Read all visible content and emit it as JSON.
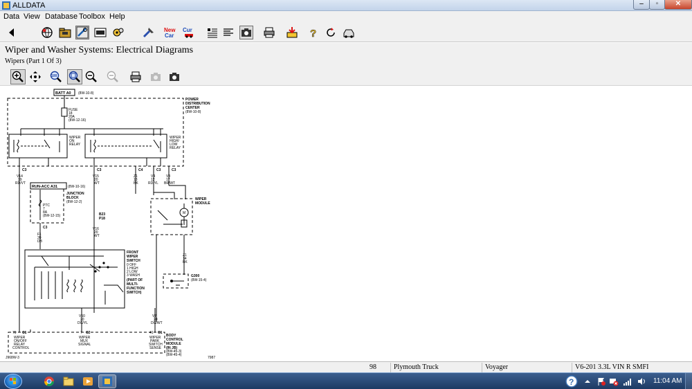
{
  "window": {
    "title": "ALLDATA"
  },
  "menu": {
    "items": [
      "Data",
      "View",
      "Database",
      "Toolbox",
      "Help"
    ]
  },
  "page": {
    "heading": "Wiper and Washer Systems:  Electrical Diagrams",
    "subheading": "Wipers (Part 1 Of 3)"
  },
  "diagram": {
    "labels": {
      "batt": "BATT A0",
      "batt_ref": "(8W-10-8)",
      "pdc_1": "POWER",
      "pdc_2": "DISTRIBUTION",
      "pdc_3": "CENTER",
      "pdc_ref": "(8W-10-8)",
      "fuse_1": "FUSE",
      "fuse_2": "18",
      "fuse_3": "20A",
      "fuse_ref": "(8W-12-16)",
      "wiper_on_1": "WIPER",
      "wiper_on_2": "ON",
      "wiper_on_3": "RELAY",
      "wiper_hl_1": "WIPER",
      "wiper_hl_2": "HIGH/",
      "wiper_hl_3": "LOW",
      "wiper_hl_4": "RELAY",
      "c3a": "C3",
      "c3b": "C3",
      "c4": "C4",
      "c3c": "C3",
      "c3d": "C3",
      "w_v14": "V14",
      "w_v14_g": "19",
      "w_v14_c": "RD/VT",
      "w_v15": "V15",
      "w_v15_g": "20",
      "w_v15_c": "WT",
      "w_z1": "Z1",
      "w_z1_g": "18",
      "w_z1_c": "BK",
      "w_v4": "V4",
      "w_v4_g": "12",
      "w_v4_c": "RD/YL",
      "w_v3": "V3",
      "w_v3_g": "17",
      "w_v3_c": "BR/WT",
      "runacc": "RUN-ACC A31",
      "runacc_ref": "(8W-10-16)",
      "jb_1": "JUNCTION",
      "jb_2": "BLOCK",
      "jb_ref": "(8W-12-2)",
      "ptc": "PTC",
      "ptc_2": "7",
      "ptc_3": "8A",
      "ptc_ref": "(8W-12-15)",
      "c3e": "C3",
      "w_f1": "F1",
      "w_f1_g": "20",
      "w_f1_c": "DB",
      "b23": "B23",
      "p18": "P18",
      "w_v16": "V16",
      "w_v16_g": "20",
      "w_v16_c": "WT",
      "wm_1": "WIPER",
      "wm_2": "MODULE",
      "motor": "M",
      "fws_1": "FRONT",
      "fws_2": "WIPER",
      "fws_3": "SWITCH",
      "fws_4": "0 OFF",
      "fws_5": "1 HIGH",
      "fws_6": "2 LOW",
      "fws_7": "3 WASH",
      "fws_8": "(PART OF",
      "fws_9": "MULTI-",
      "fws_10": "FUNCTION",
      "fws_11": "SWITCH)",
      "w_z1b": "Z1",
      "w_z1b_g": "14",
      "w_z1b_c": "BK",
      "g300": "G300",
      "g300_ref": "(8W-15-4)",
      "w_v50": "V50",
      "w_v50_g": "20",
      "w_v50_c": "DG/YL",
      "w_v7": "V7",
      "w_v7_g": "20",
      "w_v7_c": "DG/WT",
      "c1a": "C1",
      "c2": "C2",
      "c1b": "C1",
      "bcm_a1": "WIPER",
      "bcm_a2": "ON/OFF",
      "bcm_a3": "RELAY",
      "bcm_a4": "CONTROL",
      "bcm_b1": "WIPER",
      "bcm_b2": "MUX",
      "bcm_b3": "SIGNAL",
      "bcm_c1": "WIPER",
      "bcm_c2": "PARK",
      "bcm_c3": "SWITCH",
      "bcm_c4": "SENSE",
      "bcm_1": "BODY",
      "bcm_2": "CONTROL",
      "bcm_3": "MODULE",
      "bcm_4": "(IN JB)",
      "bcm_ref1": "(8W-45-3)",
      "bcm_ref2": "(8W-45-4)",
      "pin_70": "70",
      "pin_7": "7",
      "pin_41": "41",
      "fig_id": "J968W-3",
      "fig_no": "7987"
    }
  },
  "status": {
    "page": "98",
    "make": "Plymouth Truck",
    "model": "Voyager",
    "engine": "V6-201 3.3L VIN R SMFI"
  },
  "taskbar": {
    "clock": "11:04 AM"
  },
  "icons": {
    "back": "back-arrow-icon",
    "zoom_in": "zoom-in-icon",
    "pan": "pan-icon",
    "zoom_100": "zoom-100-icon",
    "zoom_fit": "zoom-fit-icon",
    "zoom_out": "zoom-out-icon",
    "print": "printer-icon",
    "camera": "camera-icon"
  }
}
